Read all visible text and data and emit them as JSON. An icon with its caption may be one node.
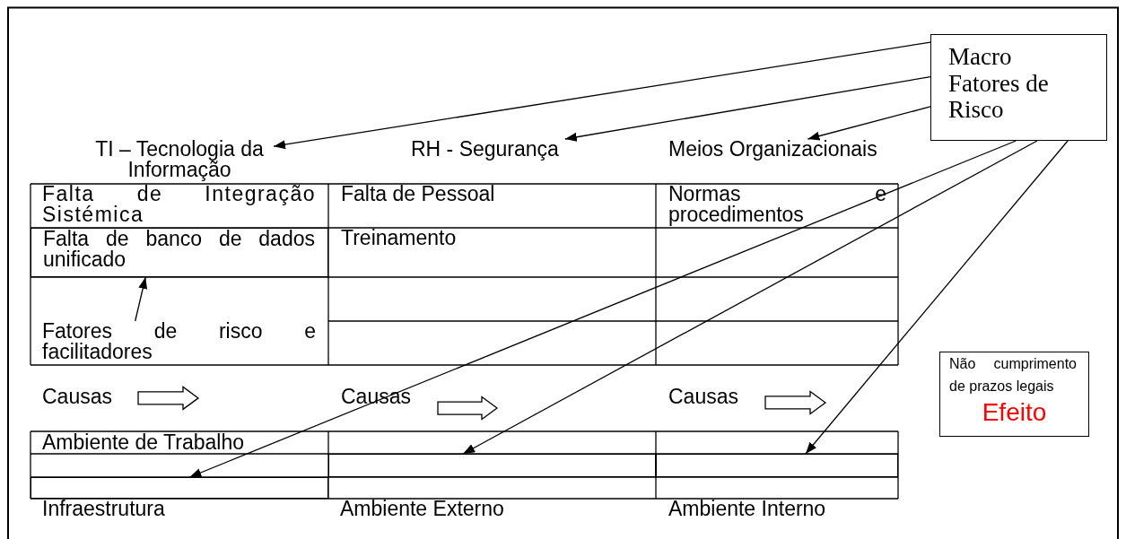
{
  "diagram": {
    "nodes": [
      {
        "text": [
          "Macro Fatores de Risco"
        ]
      },
      {
        "text": [
          "TI – Tecnologia da Informação"
        ]
      },
      {
        "text": [
          "RH - Segurança"
        ]
      },
      {
        "text": [
          "Meios Organizacionais"
        ]
      },
      {
        "text": [
          "Falta de banco de dados unificado"
        ]
      },
      {
        "text": [
          "Fatores de risco e facilitadores"
        ]
      },
      {
        "text": [
          "Causas"
        ]
      },
      {
        "text": [
          "Causas"
        ]
      },
      {
        "text": [
          "Causas"
        ]
      },
      {
        "text": [
          "Não cumprimento de prazos legais",
          "Efeito"
        ]
      },
      {
        "text": [],
        "shape": "box"
      },
      {
        "text": [],
        "shape": "box"
      },
      {
        "text": [],
        "shape": "box"
      }
    ],
    "edges": [
      {
        "from": 0,
        "to": 1,
        "arrow": "to"
      },
      {
        "from": 0,
        "to": 2,
        "arrow": "to"
      },
      {
        "from": 0,
        "to": 3,
        "arrow": "to"
      },
      {
        "from": 5,
        "to": 4,
        "arrow": "to"
      },
      {
        "from": 6,
        "to": null,
        "arrow": "to",
        "style": "thick"
      },
      {
        "from": 7,
        "to": null,
        "arrow": "to",
        "style": "thick"
      },
      {
        "from": 8,
        "to": null,
        "arrow": "to",
        "style": "thick"
      },
      {
        "from": 0,
        "to": 12,
        "arrow": "to"
      },
      {
        "from": 0,
        "to": 10,
        "arrow": "to"
      },
      {
        "from": 0,
        "to": 11,
        "arrow": "to"
      }
    ],
    "labels": [
      "Falta de Integração Sistémica",
      "Falta de Pessoal",
      "Normas e procedimentos",
      "Treinamento",
      "Ambiente de Trabalho",
      "Infraestrutura",
      "Ambiente Externo",
      "Ambiente Interno"
    ]
  }
}
